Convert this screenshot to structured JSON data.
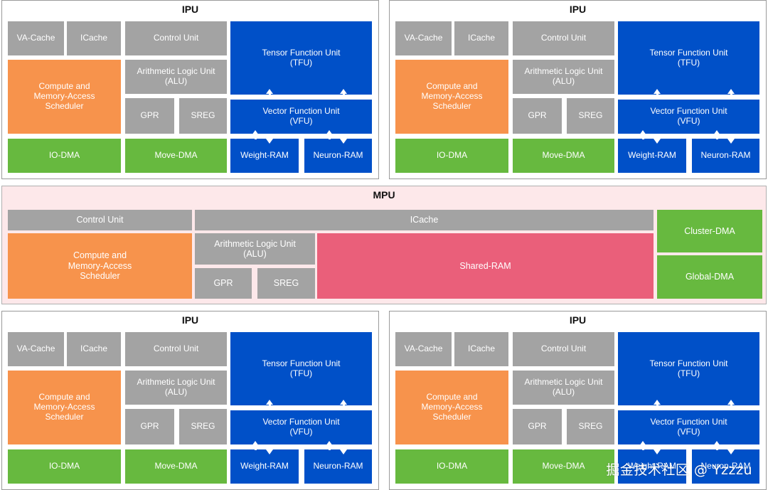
{
  "ipu_panels": [
    {
      "title": "IPU",
      "va_cache": "VA-Cache",
      "icache": "ICache",
      "control_unit": "Control Unit",
      "tfu": "Tensor Function Unit\n(TFU)",
      "scheduler": "Compute and\nMemory-Access\nScheduler",
      "alu": "Arithmetic Logic Unit\n(ALU)",
      "gpr": "GPR",
      "sreg": "SREG",
      "vfu": "Vector Function Unit\n(VFU)",
      "io_dma": "IO-DMA",
      "move_dma": "Move-DMA",
      "weight_ram": "Weight-RAM",
      "neuron_ram": "Neuron-RAM"
    },
    {
      "title": "IPU",
      "va_cache": "VA-Cache",
      "icache": "ICache",
      "control_unit": "Control Unit",
      "tfu": "Tensor Function Unit\n(TFU)",
      "scheduler": "Compute and\nMemory-Access\nScheduler",
      "alu": "Arithmetic Logic Unit\n(ALU)",
      "gpr": "GPR",
      "sreg": "SREG",
      "vfu": "Vector Function Unit\n(VFU)",
      "io_dma": "IO-DMA",
      "move_dma": "Move-DMA",
      "weight_ram": "Weight-RAM",
      "neuron_ram": "Neuron-RAM"
    },
    {
      "title": "IPU",
      "va_cache": "VA-Cache",
      "icache": "ICache",
      "control_unit": "Control Unit",
      "tfu": "Tensor Function Unit\n(TFU)",
      "scheduler": "Compute and\nMemory-Access\nScheduler",
      "alu": "Arithmetic Logic Unit\n(ALU)",
      "gpr": "GPR",
      "sreg": "SREG",
      "vfu": "Vector Function Unit\n(VFU)",
      "io_dma": "IO-DMA",
      "move_dma": "Move-DMA",
      "weight_ram": "Weight-RAM",
      "neuron_ram": "Neuron-RAM"
    },
    {
      "title": "IPU",
      "va_cache": "VA-Cache",
      "icache": "ICache",
      "control_unit": "Control Unit",
      "tfu": "Tensor Function Unit\n(TFU)",
      "scheduler": "Compute and\nMemory-Access\nScheduler",
      "alu": "Arithmetic Logic Unit\n(ALU)",
      "gpr": "GPR",
      "sreg": "SREG",
      "vfu": "Vector Function Unit\n(VFU)",
      "io_dma": "IO-DMA",
      "move_dma": "Move-DMA",
      "weight_ram": "Weight-RAM",
      "neuron_ram": "Neuron-RAM"
    }
  ],
  "mpu": {
    "title": "MPU",
    "control_unit": "Control Unit",
    "icache": "ICache",
    "scheduler": "Compute and\nMemory-Access\nScheduler",
    "alu": "Arithmetic Logic Unit\n(ALU)",
    "gpr": "GPR",
    "sreg": "SREG",
    "shared_ram": "Shared-RAM",
    "cluster_dma": "Cluster-DMA",
    "global_dma": "Global-DMA"
  },
  "colors": {
    "gray": "#a3a3a3",
    "orange": "#f7934c",
    "green": "#67b93f",
    "blue": "#0050c8",
    "pink": "#ea5f7a",
    "mpu_background": "#fde8ea"
  },
  "watermark": "掘金技术社区 @ Yzzzu"
}
